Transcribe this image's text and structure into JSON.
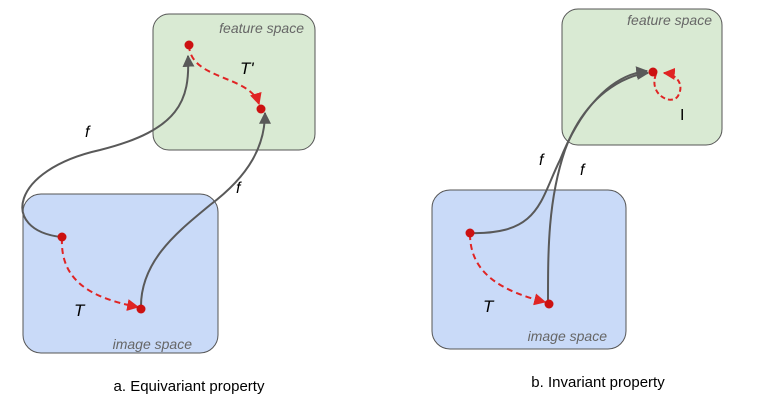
{
  "panels": {
    "a": {
      "feature_box_label": "feature space",
      "image_box_label": "image space",
      "f_label_1": "f",
      "f_label_2": "f",
      "transform_image_label": "T",
      "transform_feature_label": "T'",
      "caption": "a. Equivariant property"
    },
    "b": {
      "feature_box_label": "feature space",
      "image_box_label": "image space",
      "f_label_1": "f",
      "f_label_2": "f",
      "transform_image_label": "T",
      "transform_feature_label": "I",
      "caption": "b. Invariant property"
    }
  },
  "colors": {
    "feature_fill": "#d9ead3",
    "image_fill": "#c9daf8",
    "box_stroke": "#555555",
    "mapping_arrow": "#595959",
    "transform_arrow": "#e02424",
    "point": "#cc1111"
  }
}
